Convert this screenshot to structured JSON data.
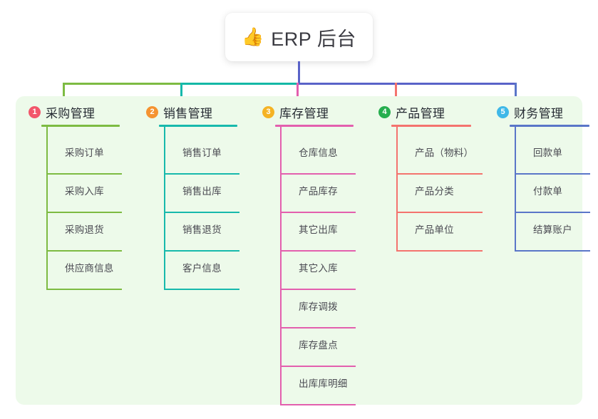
{
  "page": {
    "background": "#ffffff",
    "panel_background": "#edfaea"
  },
  "title_card": {
    "icon": "thumbs-up-icon",
    "icon_glyph": "👍",
    "text": "ERP 后台"
  },
  "connector": {
    "stem_color": "#5a63c8",
    "bus_segments": [
      {
        "color": "#7dbb42"
      },
      {
        "color": "#14b8a6"
      },
      {
        "color": "#5a63c8"
      }
    ]
  },
  "columns": [
    {
      "number": "1",
      "title": "采购管理",
      "badge_color": "#f2566a",
      "accent": "#7dbb42",
      "items": [
        {
          "label": "采购订单"
        },
        {
          "label": "采购入库"
        },
        {
          "label": "采购退货"
        },
        {
          "label": "供应商信息"
        }
      ]
    },
    {
      "number": "2",
      "title": "销售管理",
      "badge_color": "#f59331",
      "accent": "#17b9ac",
      "items": [
        {
          "label": "销售订单"
        },
        {
          "label": "销售出库"
        },
        {
          "label": "销售退货"
        },
        {
          "label": "客户信息"
        }
      ]
    },
    {
      "number": "3",
      "title": "库存管理",
      "badge_color": "#f5b324",
      "accent": "#e35fae",
      "items": [
        {
          "label": "仓库信息"
        },
        {
          "label": "产品库存"
        },
        {
          "label": "其它出库"
        },
        {
          "label": "其它入库"
        },
        {
          "label": "库存调拨"
        },
        {
          "label": "库存盘点"
        },
        {
          "label": "出库库明细"
        }
      ]
    },
    {
      "number": "4",
      "title": "产品管理",
      "badge_color": "#27ae4f",
      "accent": "#f4736e",
      "items": [
        {
          "label": "产品（物料）"
        },
        {
          "label": "产品分类"
        },
        {
          "label": "产品单位"
        }
      ]
    },
    {
      "number": "5",
      "title": "财务管理",
      "badge_color": "#3fb8e8",
      "accent": "#5a76c8",
      "items": [
        {
          "label": "回款单"
        },
        {
          "label": "付款单"
        },
        {
          "label": "结算账户"
        }
      ]
    }
  ]
}
